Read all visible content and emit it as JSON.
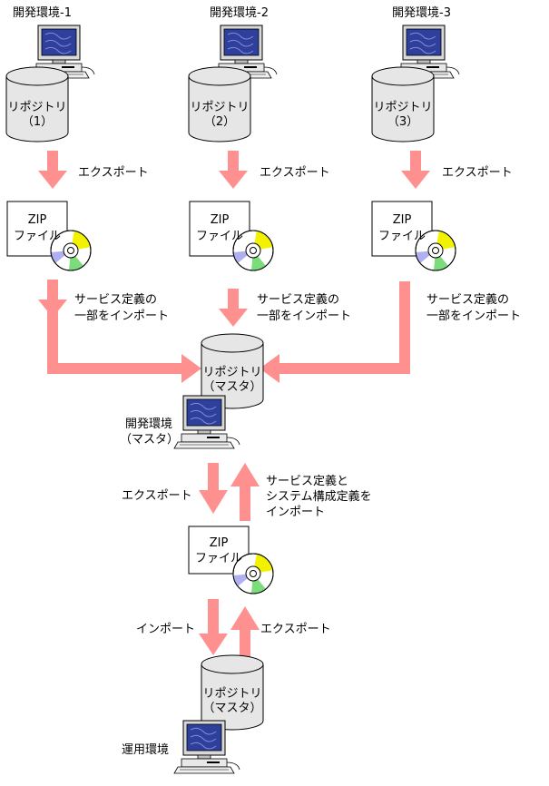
{
  "dev_envs": [
    {
      "title": "開発環境-1",
      "repo_line1": "リポジトリ",
      "repo_line2": "（1）"
    },
    {
      "title": "開発環境-2",
      "repo_line1": "リポジトリ",
      "repo_line2": "（2）"
    },
    {
      "title": "開発環境-3",
      "repo_line1": "リポジトリ",
      "repo_line2": "（3）"
    }
  ],
  "export_label": "エクスポート",
  "zip_line1": "ZIP",
  "zip_line2": "ファイル",
  "partial_import_line1": "サービス定義の",
  "partial_import_line2": "一部をインポート",
  "master_repo_line1": "リポジトリ",
  "master_repo_line2": "（マスタ）",
  "master_env_line1": "開発環境",
  "master_env_line2": "（マスタ）",
  "full_import_line1": "サービス定義と",
  "full_import_line2": "システム構成定義を",
  "full_import_line3": "インポート",
  "import_label": "インポート",
  "prod_env_title": "運用環境",
  "colors": {
    "arrow": "#ff9090",
    "cylinder_fill": "#e6e6e6",
    "screen": "#2f3f9c",
    "cd_yellow": "#f2f200",
    "cd_green": "#7cdc7c",
    "cd_purple": "#b0b0f0"
  }
}
